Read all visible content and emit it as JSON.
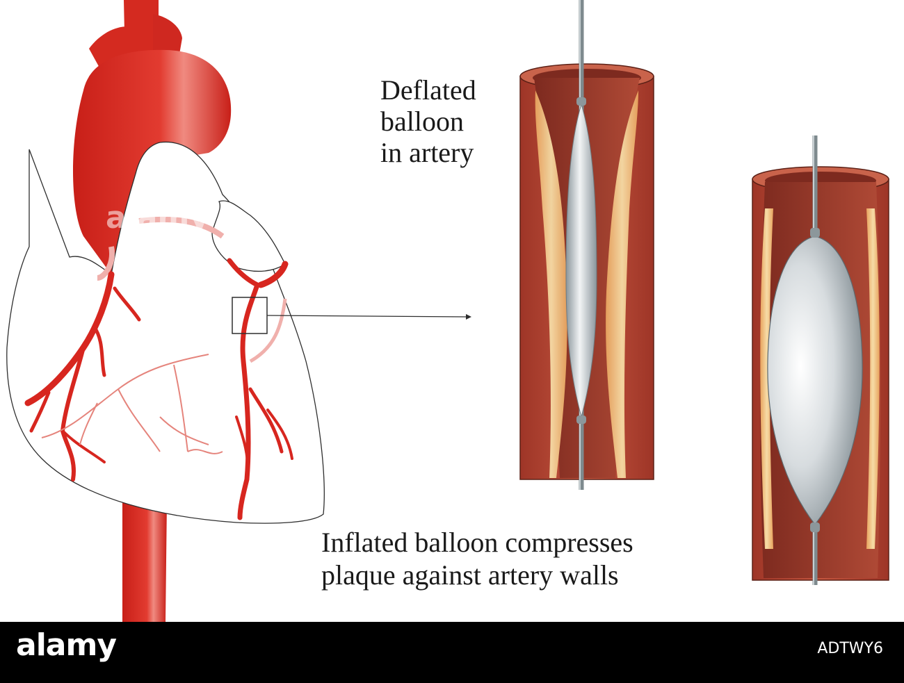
{
  "labels": {
    "deflated": [
      "Deflated",
      "balloon",
      "in artery"
    ],
    "inflated": [
      "Inflated balloon compresses",
      "plaque against artery walls"
    ]
  },
  "footer": {
    "brand": "alamy",
    "image_id": "ADTWY6"
  },
  "watermark": "alamy",
  "colors": {
    "artery_red": "#d7261f",
    "vessel_wall": "#b84b3c",
    "plaque": "#eec483",
    "balloon": "#c9cfd3",
    "outline": "#333333",
    "background": "#ffffff",
    "footer_bar": "#000000"
  }
}
